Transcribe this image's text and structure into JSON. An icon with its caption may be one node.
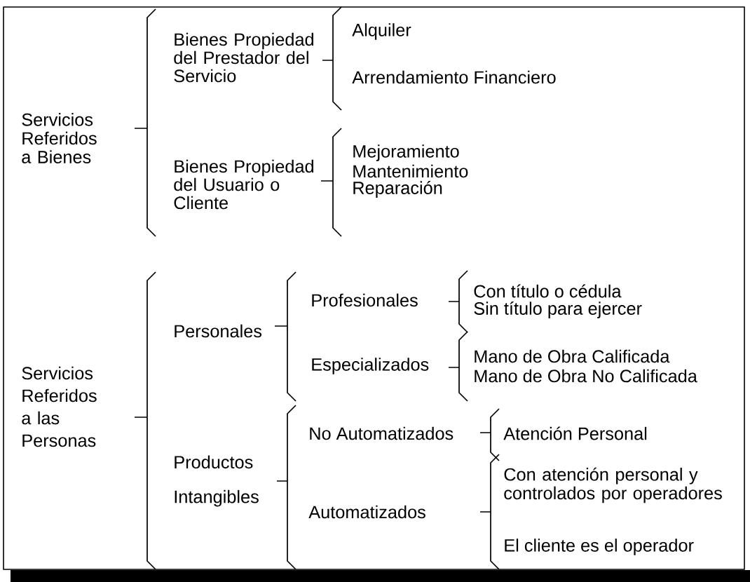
{
  "diagram": {
    "labels": [
      "Servicios Referidos a Bienes",
      "Bienes Propiedad del Prestador del Servicio",
      "Alquiler",
      "Arrendamiento Financiero",
      "Bienes Propiedad del Usuario o Cliente",
      "Mejoramiento",
      "Mantenimiento",
      "Reparación",
      "Servicios Referidos a las Personas",
      "Personales",
      "Profesionales",
      "Con título o cédula",
      "Sin título para ejercer",
      "Especializados",
      "Mano de Obra Calificada",
      "Mano de Obra No Calificada",
      "Productos Intangibles",
      "No Automatizados",
      "Atención Personal",
      "Automatizados",
      "Con atención personal y controlados por operadores",
      "El cliente es el operador"
    ]
  }
}
